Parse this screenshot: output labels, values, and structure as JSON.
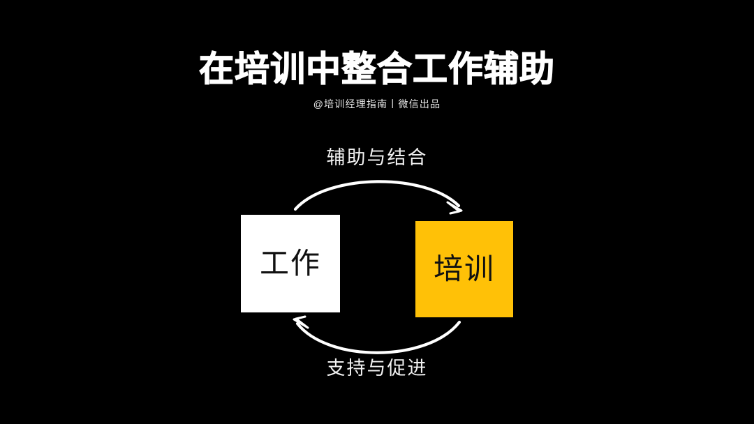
{
  "slide": {
    "background_color": "#000000",
    "title": "在培训中整合工作辅助",
    "subtitle": "@培训经理指南丨微信出品"
  },
  "diagram": {
    "type": "cycle",
    "nodes": [
      {
        "id": "work",
        "label": "工作",
        "fill_color": "#FFFFFF",
        "text_color": "#111111"
      },
      {
        "id": "training",
        "label": "培训",
        "fill_color": "#FFC107",
        "text_color": "#111111"
      }
    ],
    "edges": [
      {
        "id": "work-to-training",
        "label": "辅助与结合",
        "from": "work",
        "to": "training",
        "position": "top",
        "color": "#FFFFFF"
      },
      {
        "id": "training-to-work",
        "label": "支持与促进",
        "from": "training",
        "to": "work",
        "position": "bottom",
        "color": "#FFFFFF"
      }
    ]
  }
}
